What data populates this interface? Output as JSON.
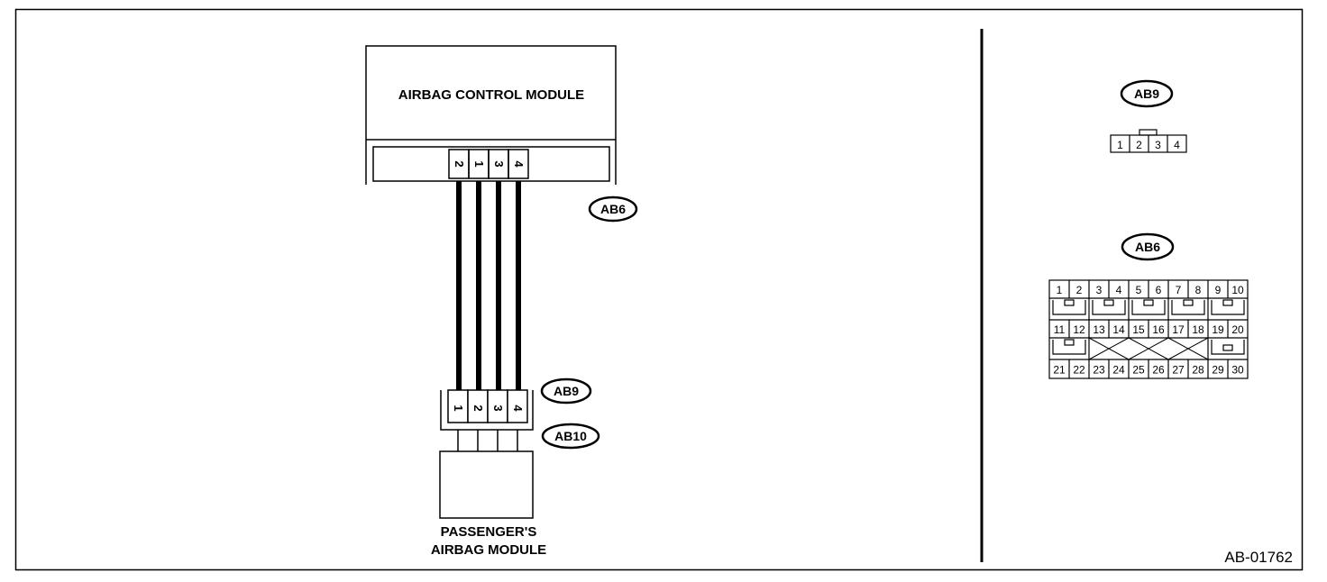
{
  "diagram": {
    "control_module_label": "AIRBAG CONTROL MODULE",
    "passenger_module_label_line1": "PASSENGER'S",
    "passenger_module_label_line2": "AIRBAG MODULE",
    "figure_id": "AB-01762",
    "module_pin_order": [
      "2",
      "1",
      "3",
      "4"
    ],
    "ab9_pin_order": [
      "1",
      "2",
      "3",
      "4"
    ],
    "callouts": {
      "ab6": "AB6",
      "ab9": "AB9",
      "ab10": "AB10"
    }
  },
  "connector_ab9": {
    "label": "AB9",
    "pins": [
      "1",
      "2",
      "3",
      "4"
    ]
  },
  "connector_ab6": {
    "label": "AB6",
    "rows": [
      [
        "1",
        "2",
        "3",
        "4",
        "5",
        "6",
        "7",
        "8",
        "9",
        "10"
      ],
      [
        "11",
        "12",
        "13",
        "14",
        "15",
        "16",
        "17",
        "18",
        "19",
        "20"
      ],
      [
        "21",
        "22",
        "23",
        "24",
        "25",
        "26",
        "27",
        "28",
        "29",
        "30"
      ]
    ]
  }
}
